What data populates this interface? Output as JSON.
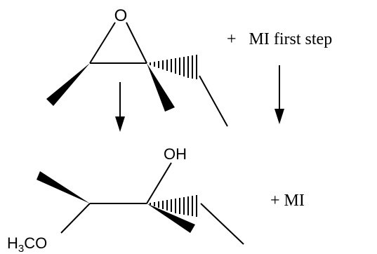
{
  "reaction": {
    "reactant": {
      "ring_oxygen": "O"
    },
    "reagent_text": "+   MI first step",
    "product": {
      "hydroxyl": "OH",
      "methoxy_prefix": "H",
      "methoxy_subscript": "3",
      "methoxy_suffix": "CO"
    },
    "byproduct_text": "+ MI"
  },
  "colors": {
    "ink": "#000000",
    "background": "#ffffff"
  }
}
